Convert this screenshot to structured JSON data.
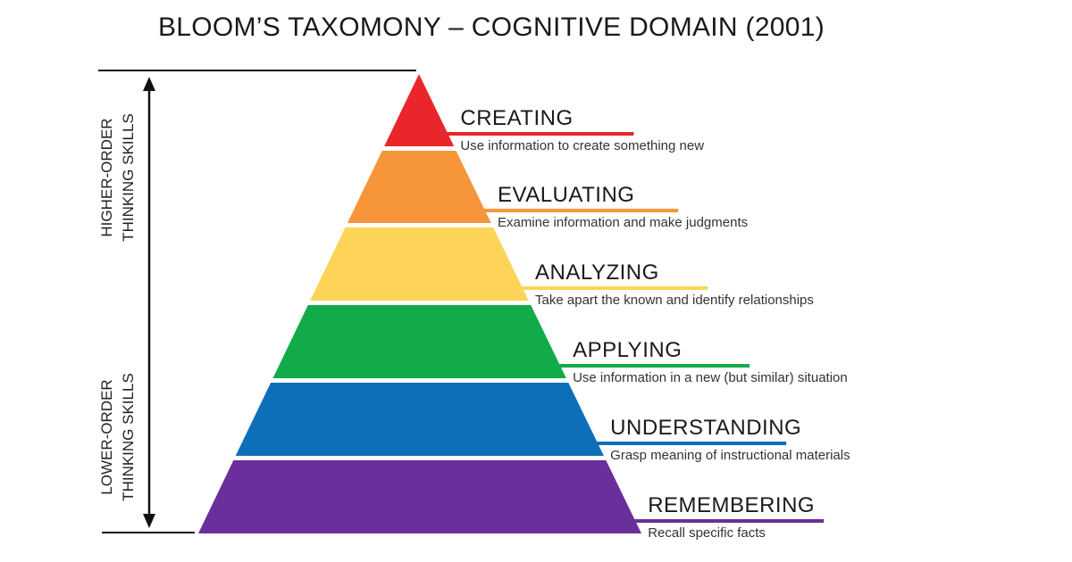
{
  "title": "BLOOM’S TAXOMONY – COGNITIVE DOMAIN (2001)",
  "side_labels": {
    "higher": {
      "line1": "HIGHER-ORDER",
      "line2": "THINKING SKILLS"
    },
    "lower": {
      "line1": "LOWER-ORDER",
      "line2": "THINKING SKILLS"
    }
  },
  "levels": [
    {
      "name": "CREATING",
      "description": "Use information to create something new",
      "color": "#e8262c"
    },
    {
      "name": "EVALUATING",
      "description": "Examine information and make judgments",
      "color": "#f7953a"
    },
    {
      "name": "ANALYZING",
      "description": "Take apart the known and identify relationships",
      "color": "#fdd457"
    },
    {
      "name": "APPLYING",
      "description": "Use information in a new (but similar) situation",
      "color": "#12ab49"
    },
    {
      "name": "UNDERSTANDING",
      "description": "Grasp meaning of instructional materials",
      "color": "#0d6fba"
    },
    {
      "name": "REMEMBERING",
      "description": "Recall specific facts",
      "color": "#6a2f9a"
    }
  ]
}
